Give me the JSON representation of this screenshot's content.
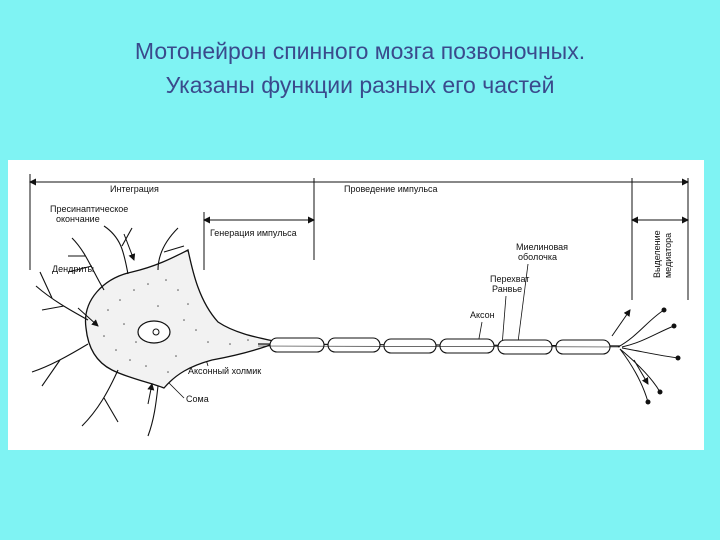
{
  "title": {
    "line1": "Мотонейрон спинного мозга позвоночных.",
    "line2": "Указаны функции разных его частей"
  },
  "colors": {
    "background": "#7ff3f3",
    "title": "#3a4a8c",
    "figure_background": "#ffffff",
    "ink": "#111111"
  },
  "diagram": {
    "functions": {
      "integration": "Интеграция",
      "impulse_conduction": "Проведение импульса",
      "impulse_generation": "Генерация импульса",
      "mediator_release_line1": "Выделение",
      "mediator_release_line2": "медиатора"
    },
    "parts": {
      "presynaptic_line1": "Пресинаптическое",
      "presynaptic_line2": "окончание",
      "dendrites": "Дендриты",
      "myelin_line1": "Миелиновая",
      "myelin_line2": "оболочка",
      "ranvier_line1": "Перехват",
      "ranvier_line2": "Ранвье",
      "axon": "Аксон",
      "axon_hillock": "Аксонный холмик",
      "soma": "Сома"
    }
  }
}
